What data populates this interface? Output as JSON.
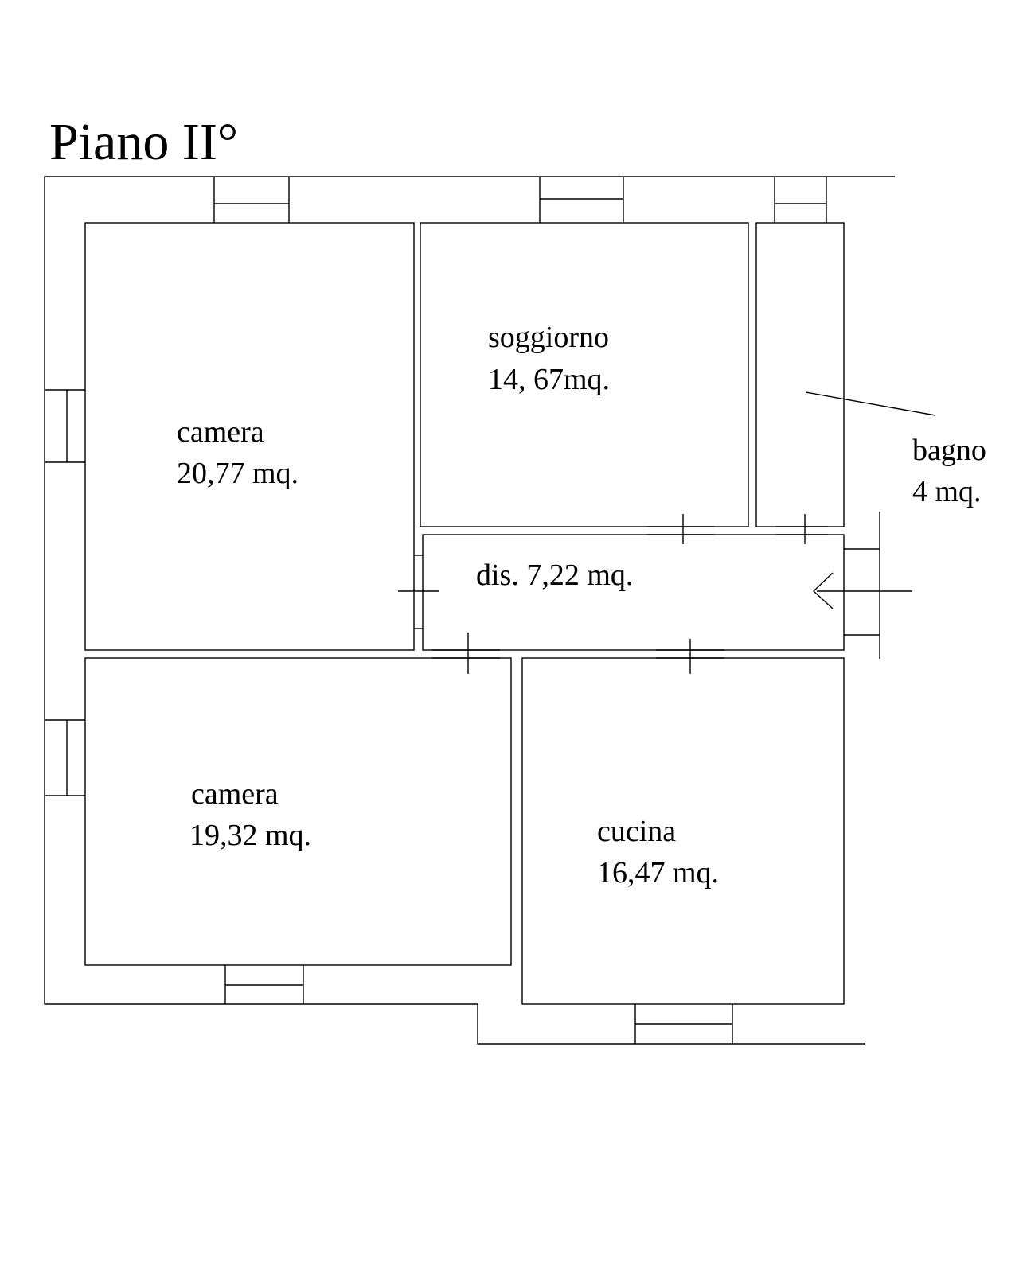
{
  "title": "Piano II°",
  "rooms": {
    "camera_top": {
      "name": "camera",
      "area": "20,77 mq."
    },
    "soggiorno": {
      "name": "soggiorno",
      "area": "14, 67mq."
    },
    "bagno": {
      "name": "bagno",
      "area": "4 mq."
    },
    "disimpegno": {
      "label": "dis. 7,22 mq."
    },
    "camera_bottom": {
      "name": "camera",
      "area": "19,32 mq."
    },
    "cucina": {
      "name": "cucina",
      "area": "16,47 mq."
    }
  },
  "colors": {
    "line": "#000000",
    "background": "#ffffff"
  }
}
